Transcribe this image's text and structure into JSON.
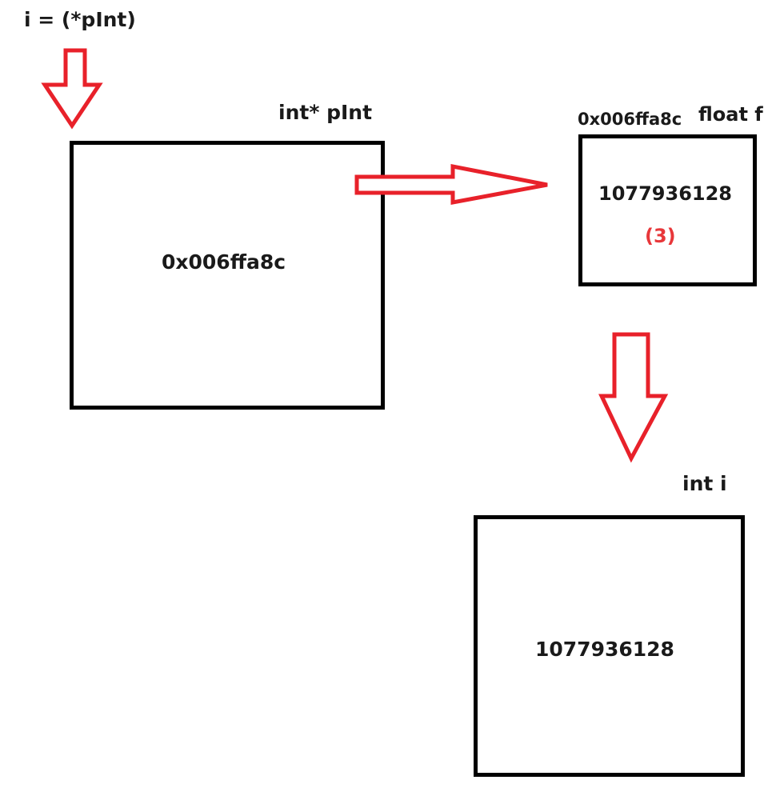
{
  "expression": "i = (*pInt)",
  "pointer_var": {
    "label": "int* pInt",
    "value": "0x006ffa8c"
  },
  "float_var": {
    "address": "0x006ffa8c",
    "label": "float f",
    "value": "1077936128",
    "note": "(3)"
  },
  "int_var": {
    "label": "int i",
    "value": "1077936128"
  },
  "colors": {
    "arrow": "#e8212a",
    "note": "#e8373a",
    "border": "#000000",
    "text": "#1a1a1a"
  }
}
